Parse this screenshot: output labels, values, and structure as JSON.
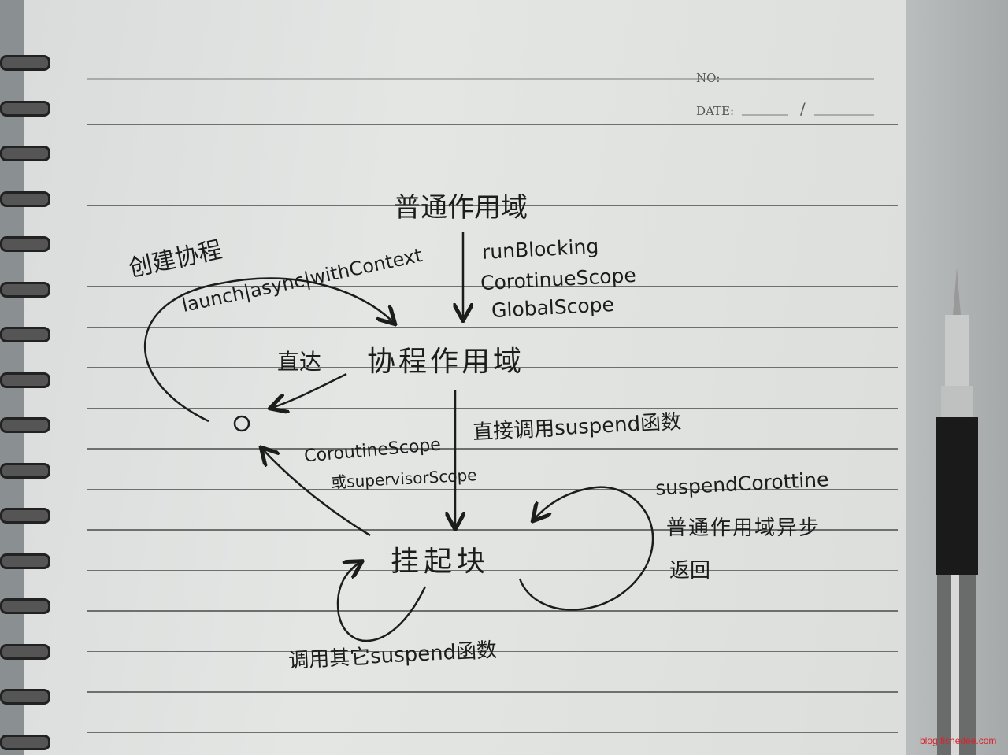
{
  "header": {
    "no_label": "NO:",
    "date_label": "DATE:",
    "date_sep": "/"
  },
  "nodes": {
    "normal_scope": "普通作用域",
    "coroutine_scope": "协程作用域",
    "suspend_block": "挂起块",
    "direct_target": "直达"
  },
  "edges": {
    "normal_to_coroutine": [
      "runBlocking",
      "CorotinueScope",
      "GlobalScope"
    ],
    "create_coroutine": "创建协程",
    "create_builders": "launch|async|withContext",
    "direct_call": "直接调用suspend函数",
    "back_label_1": "CoroutineScope",
    "back_label_2": "或supervisorScope",
    "self_loop": "调用其它suspend函数",
    "async_loop_1": "suspendCorottine",
    "async_loop_2": "普通作用域异步",
    "async_loop_3": "返回"
  },
  "watermark": "blog.fishedee.com"
}
